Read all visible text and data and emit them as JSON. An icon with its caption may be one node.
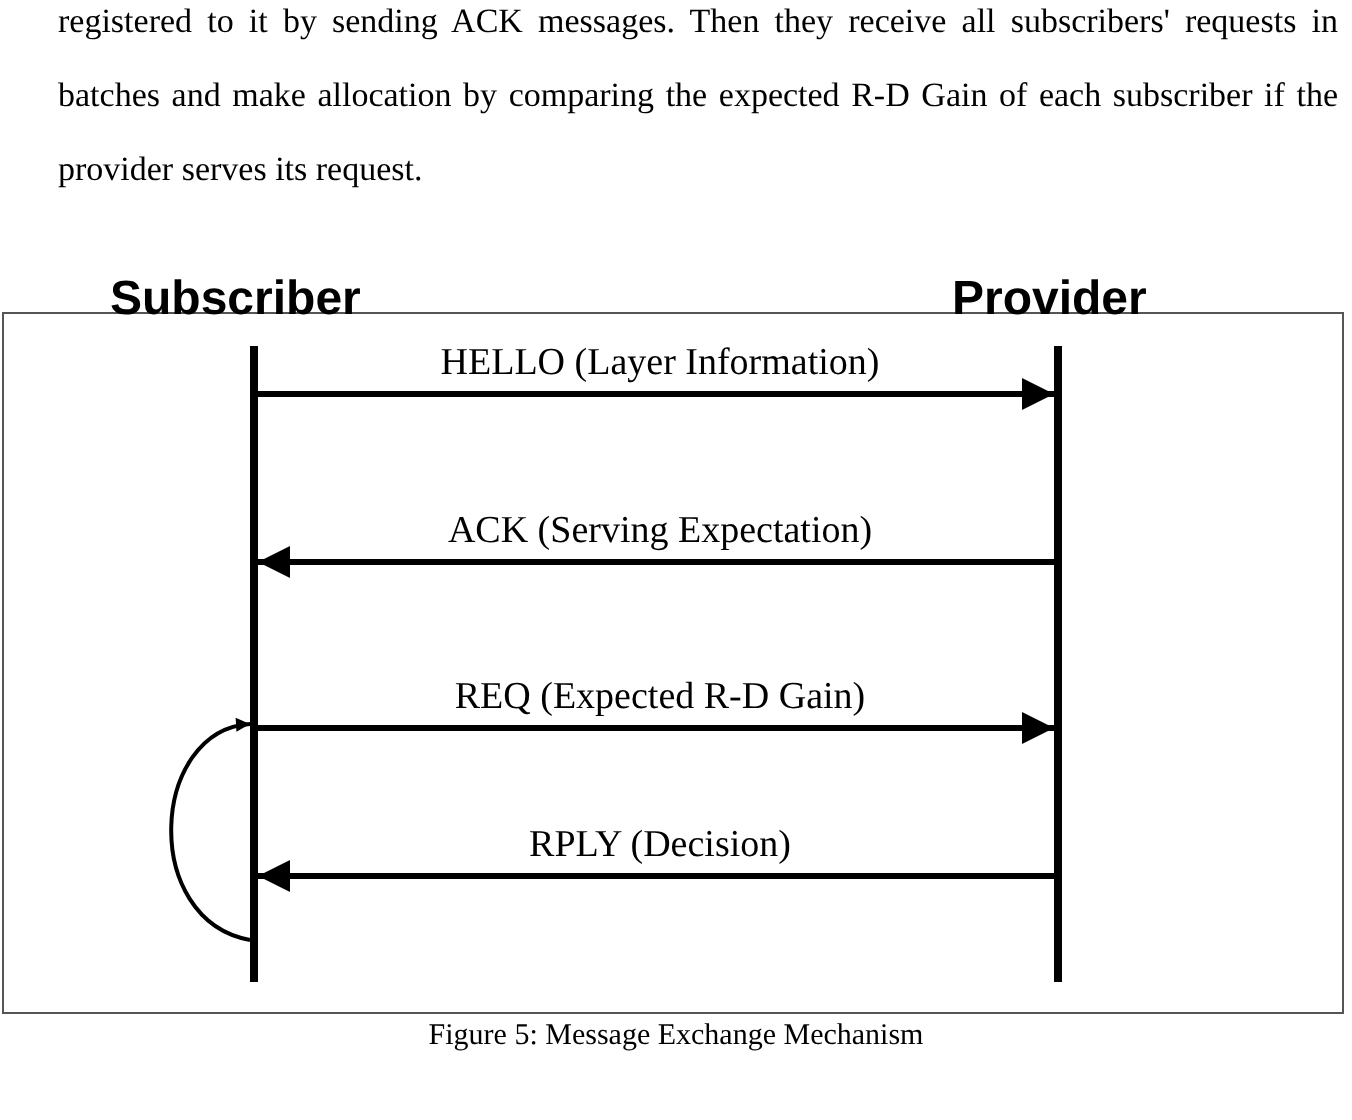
{
  "diagram": {
    "caption": "Figure 5: Message Exchange Mechanism",
    "nodes": [
      {
        "text": [
          "Subscriber"
        ]
      },
      {
        "text": [
          "Provider"
        ]
      }
    ],
    "edges": [
      {
        "from": 0,
        "to": 1,
        "arrow": "to",
        "label": "HELLO (Layer Information)"
      },
      {
        "from": 1,
        "to": 0,
        "arrow": "to",
        "label": "ACK (Serving Expectation)"
      },
      {
        "from": 0,
        "to": 1,
        "arrow": "to",
        "label": "REQ (Expected R-D Gain)"
      },
      {
        "from": 1,
        "to": 0,
        "arrow": "to",
        "label": "RPLY (Decision)"
      },
      {
        "from": 0,
        "to": 0,
        "arrow": "to"
      }
    ],
    "labels": [
      "registered to it by sending ACK messages. Then they receive all subscribers' requests in batches and make allocation by comparing the expected R-D Gain of each subscriber if the provider serves its request."
    ]
  }
}
